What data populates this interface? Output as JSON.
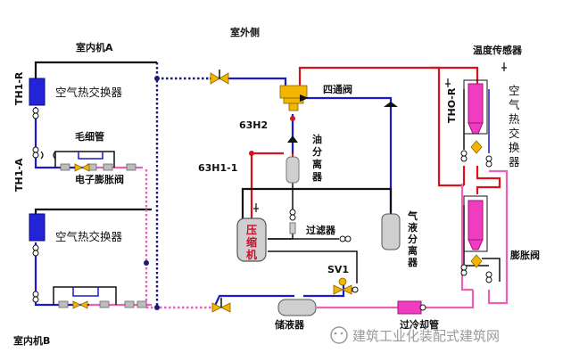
{
  "labels": {
    "indoor_a": "室内机A",
    "outdoor_side": "室外侧",
    "temp_sensor": "温度传感器",
    "hx_a": "空气热交换器",
    "th1_r": "TH1-R",
    "th1_a": "TH1-A",
    "capillary": "毛细管",
    "eev": "电子膨胀阀",
    "four_way": "四通阀",
    "h63h2": "63H2",
    "oil_sep": "油分离器",
    "h63h11": "63H1-1",
    "filter": "过滤器",
    "gas_liquid_sep": "气液分离器",
    "compressor": "压缩机",
    "hx_b": "空气热交换器",
    "hx_out": "空气热交换器",
    "tho_r": "THO-R",
    "exp_valve": "膨胀阀",
    "sv1": "SV1",
    "receiver": "储液器",
    "subcool": "过冷却管",
    "indoor_b": "室内机B",
    "watermark": "建筑工业化装配式建筑网"
  },
  "colors": {
    "red_line": "#d9131c",
    "blue_line": "#1a1acc",
    "black_line": "#111111",
    "pink_line": "#ee5fb8",
    "navy_dots": "#1a1a7a",
    "hx_blue": "#2323d8",
    "hx_pink": "#f03cc0",
    "valve_yellow": "#f2b600"
  }
}
